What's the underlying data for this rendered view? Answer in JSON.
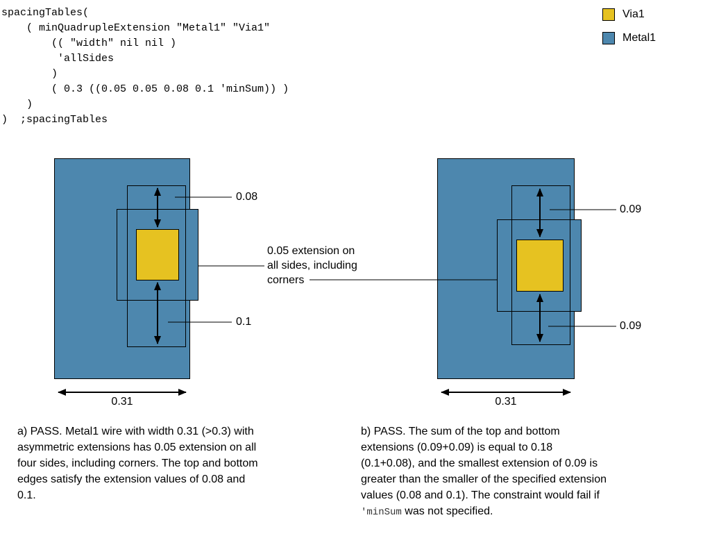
{
  "code": {
    "text": "spacingTables(\n    ( minQuadrupleExtension \"Metal1\" \"Via1\"\n        (( \"width\" nil nil )\n         'allSides\n        )\n        ( 0.3 ((0.05 0.05 0.08 0.1 'minSum)) )\n    )\n)  ;spacingTables"
  },
  "colors": {
    "via1": "#E6C221",
    "metal1": "#4D87AE"
  },
  "legend": {
    "items": [
      {
        "label": "Via1",
        "color": "#E6C221"
      },
      {
        "label": "Metal1",
        "color": "#4D87AE"
      }
    ]
  },
  "annotation": {
    "lines": [
      "0.05 extension on",
      "all sides, including",
      "corners"
    ]
  },
  "diagram_a": {
    "top_extension_label": "0.08",
    "bottom_extension_label": "0.1",
    "width_label": "0.31",
    "caption_lines": [
      "a) PASS. Metal1 wire with width 0.31 (>0.3) with",
      "asymmetric extensions has 0.05 extension on all",
      "four sides, including corners. The top and bottom",
      "edges satisfy the extension values of 0.08 and",
      "0.1."
    ]
  },
  "diagram_b": {
    "top_extension_label": "0.09",
    "bottom_extension_label": "0.09",
    "width_label": "0.31",
    "caption_lines": [
      "b) PASS. The sum of the top and bottom",
      "extensions (0.09+0.09) is equal to 0.18",
      "(0.1+0.08), and the smallest extension of 0.09 is",
      "greater than the smaller of the specified extension",
      "values (0.08 and 0.1). The constraint would fail if"
    ],
    "caption_code": "'minSum",
    "caption_tail": " was not specified."
  }
}
